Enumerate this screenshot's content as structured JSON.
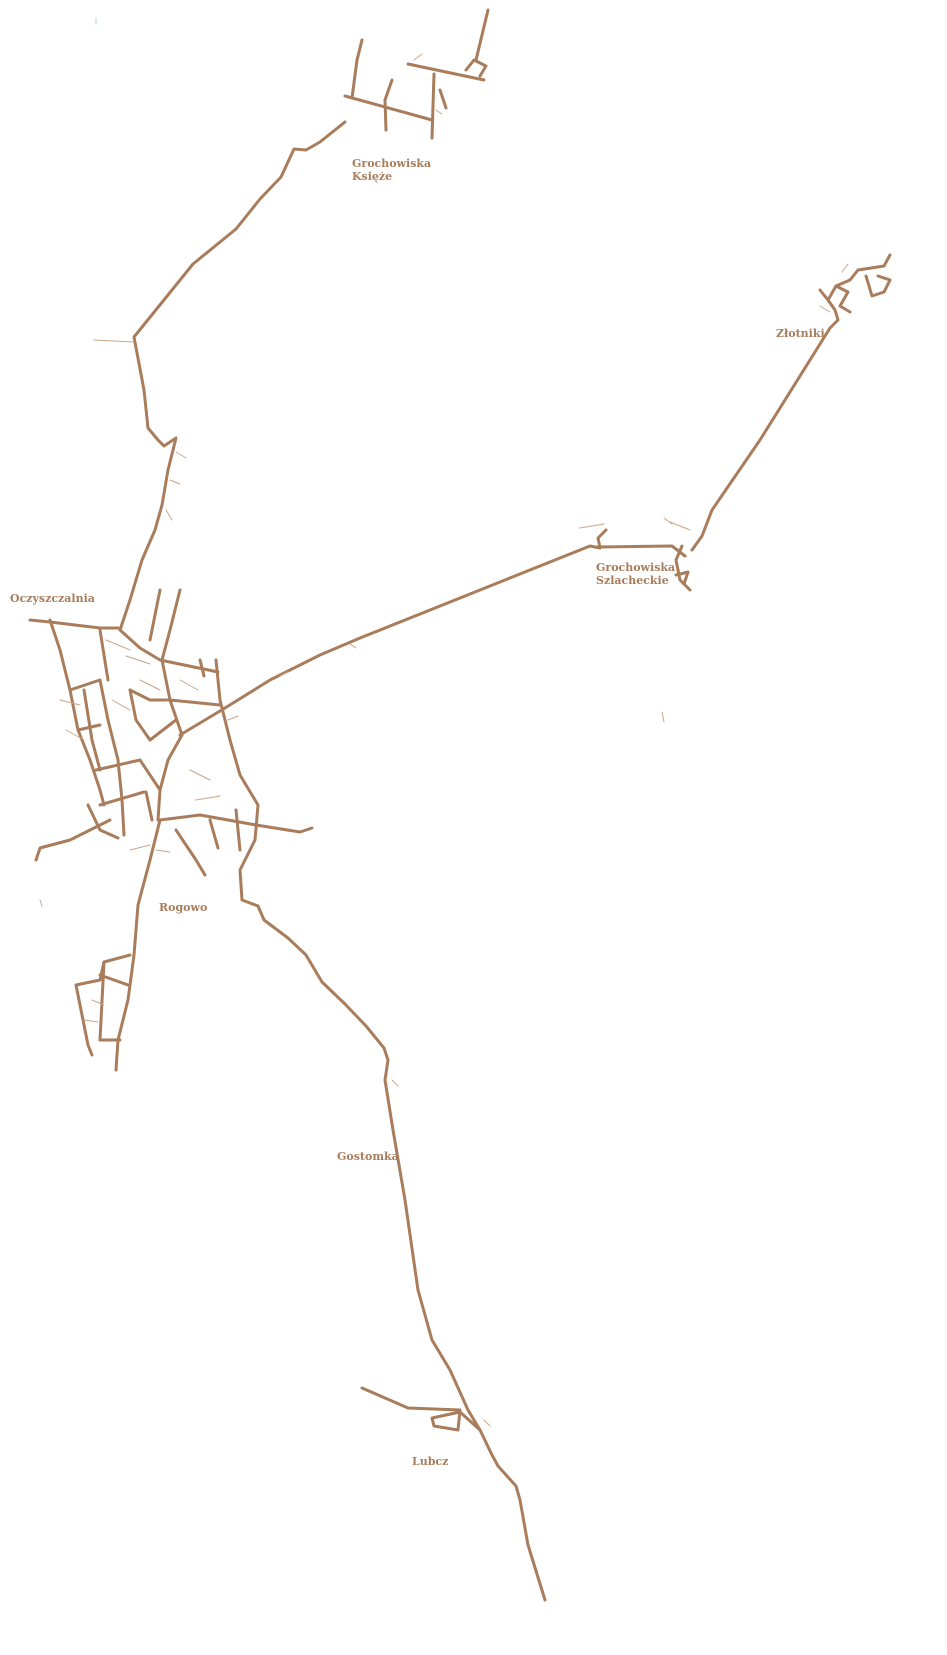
{
  "map": {
    "colors": {
      "background": "#ffffff",
      "network": "#a97d5b",
      "minor": "#c8a58a",
      "label": "#a97d5b"
    },
    "places": {
      "grochowiska_ksieze_1": "Grochowiska",
      "grochowiska_ksieze_2": "Księże",
      "zlotniki": "Złotniki",
      "grochowiska_szl_1": "Grochowiska",
      "grochowiska_szl_2": "Szlacheckie",
      "oczyszczalnia": "Oczyszczalnia",
      "rogowo": "Rogowo",
      "gostomka": "Gostomka",
      "lubcz": "Lubcz"
    }
  }
}
